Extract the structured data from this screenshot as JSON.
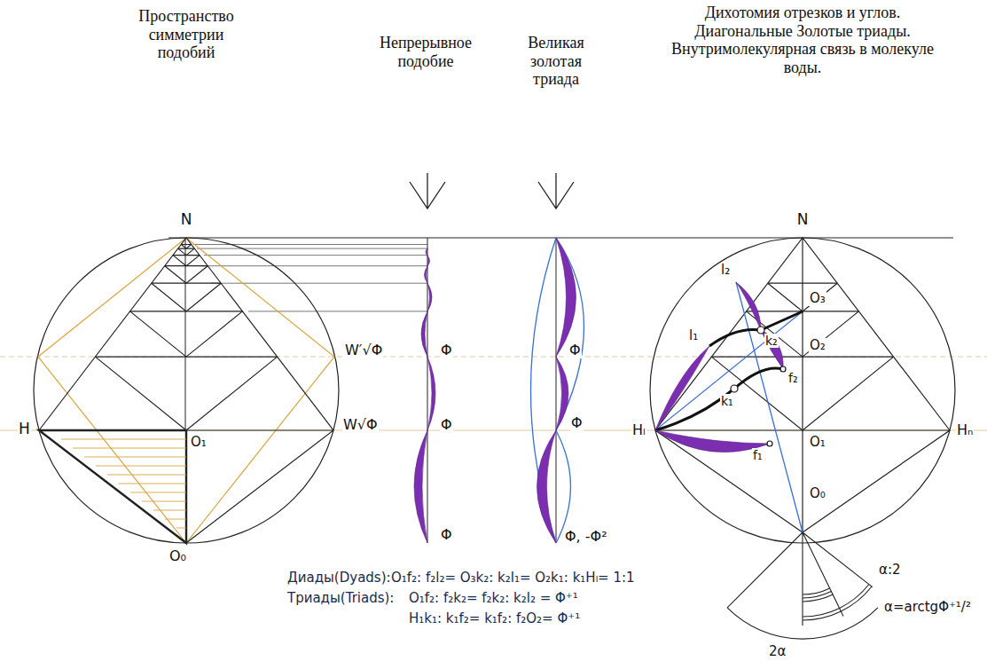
{
  "diagram": {
    "labels": [
      "Пространство симметрии подобий",
      "Непрерывное подобие",
      "Великая золотая триада",
      "Дихотомия отрезков и углов. Диагональные Золотые триады. Внутримолекулярная связь в молекуле воды.",
      "N",
      "H",
      "O₁",
      "W′√Φ",
      "W√Φ",
      "O₀",
      "Φ",
      "Φ",
      "Φ",
      "Φ",
      "Φ",
      "Φ, -Φ²",
      "N",
      "Hₗ",
      "Hₙ",
      "O₃",
      "O₂",
      "O₁",
      "O₀",
      "l₂",
      "l₁",
      "k₂",
      "k₁",
      "f₂",
      "f₁",
      "α:2",
      "α=arctgΦ⁺¹/²",
      "2α",
      "Диады(Dyads):",
      "O₁f₂: f₂l₂= O₃k₂: k₂l₁= O₂k₁: k₁Hₗ= 1:1",
      "Триады(Triads):",
      "O₁f₂: f₂k₂= f₂k₂: k₂l₂ = Φ⁺¹",
      "H₁k₁: k₁f₂= k₁f₂: f₂O₂= Φ⁺¹"
    ]
  }
}
